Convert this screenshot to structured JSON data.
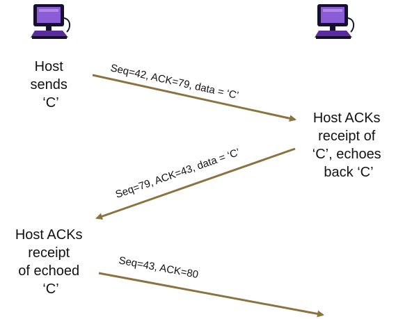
{
  "hosts": {
    "left_icon": "computer-icon",
    "right_icon": "computer-icon"
  },
  "labels": {
    "host_sends": [
      "Host",
      "sends",
      "‘C’"
    ],
    "host_acks_c": [
      "Host ACKs",
      "receipt of",
      "‘C’, echoes",
      "back ‘C’"
    ],
    "host_acks_echo": [
      "Host ACKs",
      "receipt",
      "of echoed",
      "‘C’"
    ]
  },
  "messages": [
    {
      "text": "Seq=42, ACK=79, data = ‘C’",
      "direction": "left-to-right"
    },
    {
      "text": "Seq=79, ACK=43, data = ‘C’",
      "direction": "right-to-left"
    },
    {
      "text": "Seq=43, ACK=80",
      "direction": "left-to-right"
    }
  ],
  "colors": {
    "arrow": "#8b7340",
    "monitor_frame": "#16102e",
    "monitor_screen": "#8a5cd6",
    "monitor_body": "#5a2c9c",
    "text": "#111111"
  }
}
